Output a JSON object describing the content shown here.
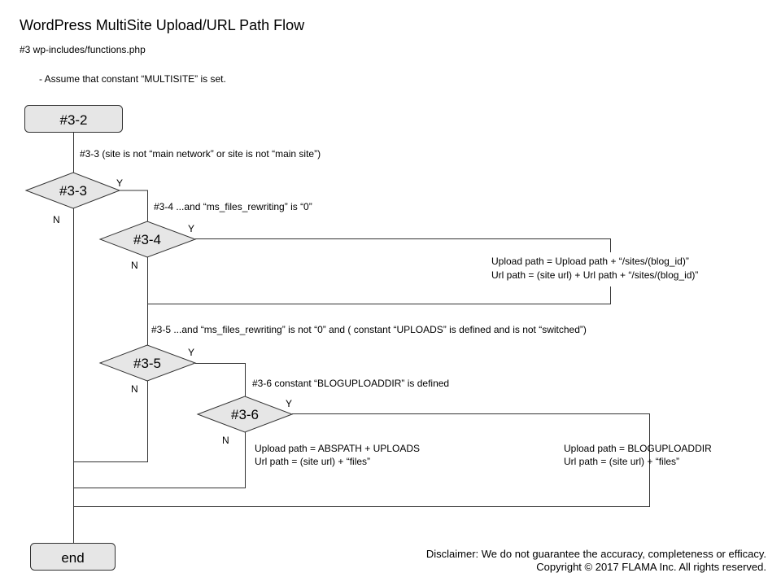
{
  "header": {
    "title": "WordPress MultiSite Upload/URL Path Flow",
    "subtitle": "#3 wp-includes/functions.php",
    "assumption": "- Assume that constant “MULTISITE” is set."
  },
  "nodes": {
    "start": "#3-2",
    "d33": "#3-3",
    "d34": "#3-4",
    "d35": "#3-5",
    "d36": "#3-6",
    "end": "end"
  },
  "labels": {
    "c33": "#3-3 (site is not “main network” or site is not “main site”)",
    "c34": "#3-4 ...and “ms_files_rewriting” is “0”",
    "c35": "#3-5 ...and “ms_files_rewriting” is not  “0” and ( constant “UPLOADS” is defined and is not “switched”)",
    "c36": "#3-6 constant “BLOGUPLOADDIR” is defined",
    "yes": "Y",
    "no": "N"
  },
  "results": {
    "sites_upload": "Upload path = Upload path + “/sites/(blog_id)”",
    "sites_url": "Url path = (site url) + Url path + “/sites/(blog_id)”",
    "abspath_upload": "Upload path = ABSPATH + UPLOADS",
    "abspath_url": "Url path = (site url) + “files”",
    "blog_upload": "Upload path = BLOGUPLOADDIR",
    "blog_url": "Url path = (site url) + “files”"
  },
  "footer": {
    "disclaimer": "Disclaimer: We do not guarantee the accuracy, completeness or efficacy.",
    "copyright": "Copyright © 2017 FLAMA Inc. All rights reserved."
  },
  "colors": {
    "node_fill": "#e6e6e6",
    "line": "#333333"
  }
}
